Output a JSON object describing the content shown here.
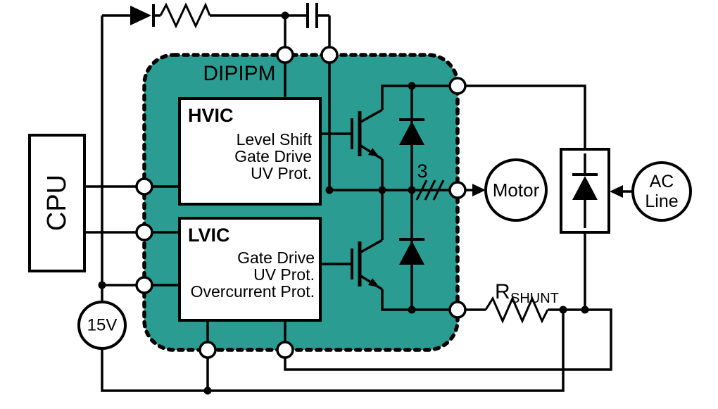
{
  "module": {
    "label": "DIPIPM",
    "fill_color": "#2a9c92",
    "label_color": "#1c4a45",
    "hvic": {
      "title": "HVIC",
      "features": [
        "Level Shift",
        "Gate Drive",
        "UV Prot."
      ]
    },
    "lvic": {
      "title": "LVIC",
      "features": [
        "Gate Drive",
        "UV Prot.",
        "Overcurrent Prot."
      ]
    }
  },
  "external": {
    "cpu_label": "CPU",
    "supply_label": "15V",
    "motor_label": "Motor",
    "ac_line_label_1": "AC",
    "ac_line_label_2": "Line",
    "phase_count_label": "3",
    "shunt_label_base": "R",
    "shunt_label_sub": "SHUNT"
  },
  "colors": {
    "wire": "#000000",
    "background": "#ffffff",
    "component_fill": "#ffffff"
  }
}
